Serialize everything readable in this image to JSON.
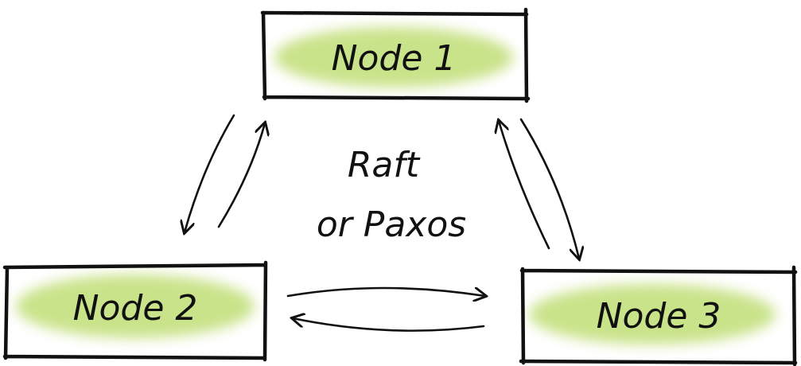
{
  "nodes": [
    {
      "label": "Node 1"
    },
    {
      "label": "Node 2"
    },
    {
      "label": "Node 3"
    }
  ],
  "center": {
    "line1": "Raft",
    "line2": "or Paxos"
  },
  "colors": {
    "fill": "#c9e38a",
    "stroke": "#111111"
  }
}
